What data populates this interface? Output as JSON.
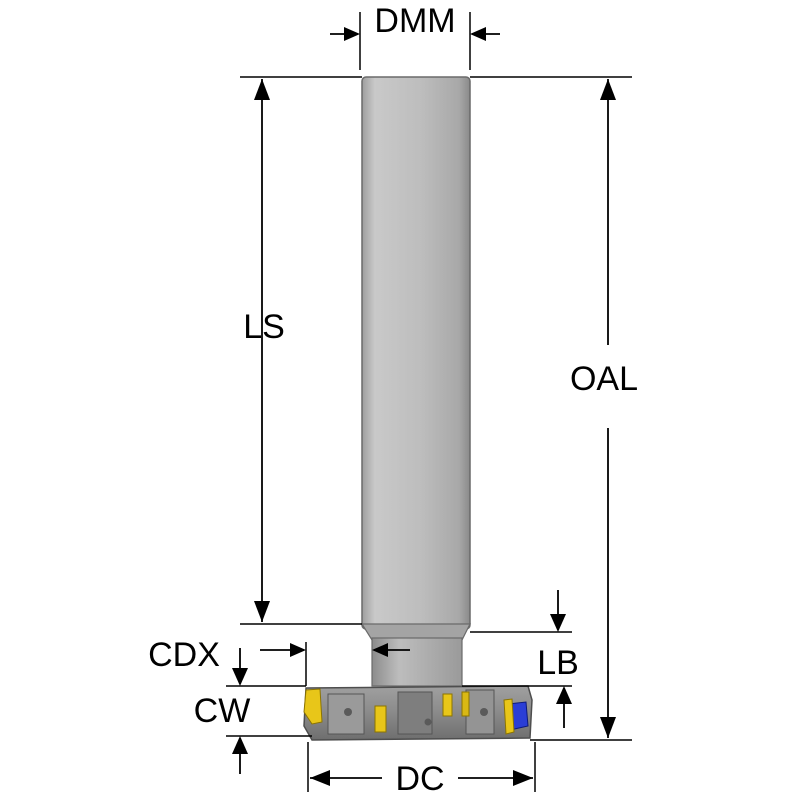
{
  "labels": {
    "dmm": "DMM",
    "ls": "LS",
    "oal": "OAL",
    "cdx": "CDX",
    "lb": "LB",
    "cw": "CW",
    "dc": "DC"
  },
  "colors": {
    "shank_light": "#c9c9c9",
    "shank_mid": "#b4b4b4",
    "shank_dark": "#8f8f8f",
    "insert_yellow": "#e8c619",
    "insert_blue": "#2a3ed6",
    "lines": "#000000"
  }
}
